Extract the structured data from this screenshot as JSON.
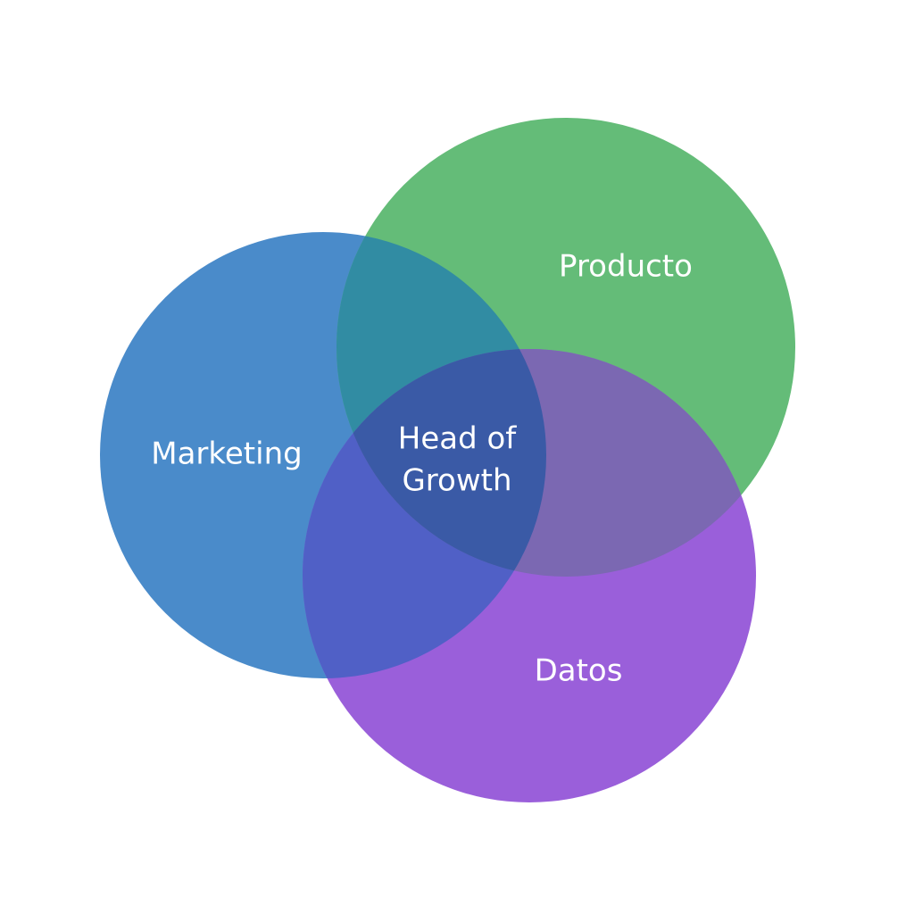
{
  "diagram": {
    "type": "venn",
    "sets": [
      {
        "id": "marketing",
        "label": "Marketing",
        "color": "#4a8bca"
      },
      {
        "id": "producto",
        "label": "Producto",
        "color": "#64bc78"
      },
      {
        "id": "datos",
        "label": "Datos",
        "color": "#9a5fda"
      }
    ],
    "intersection": {
      "label_line1": "Head of",
      "label_line2": "Growth"
    },
    "overlap_colors": {
      "marketing_producto": "#318ca3",
      "marketing_datos": "#5060c6",
      "producto_datos": "#7b68b2",
      "all": "#3a5aa6"
    }
  }
}
